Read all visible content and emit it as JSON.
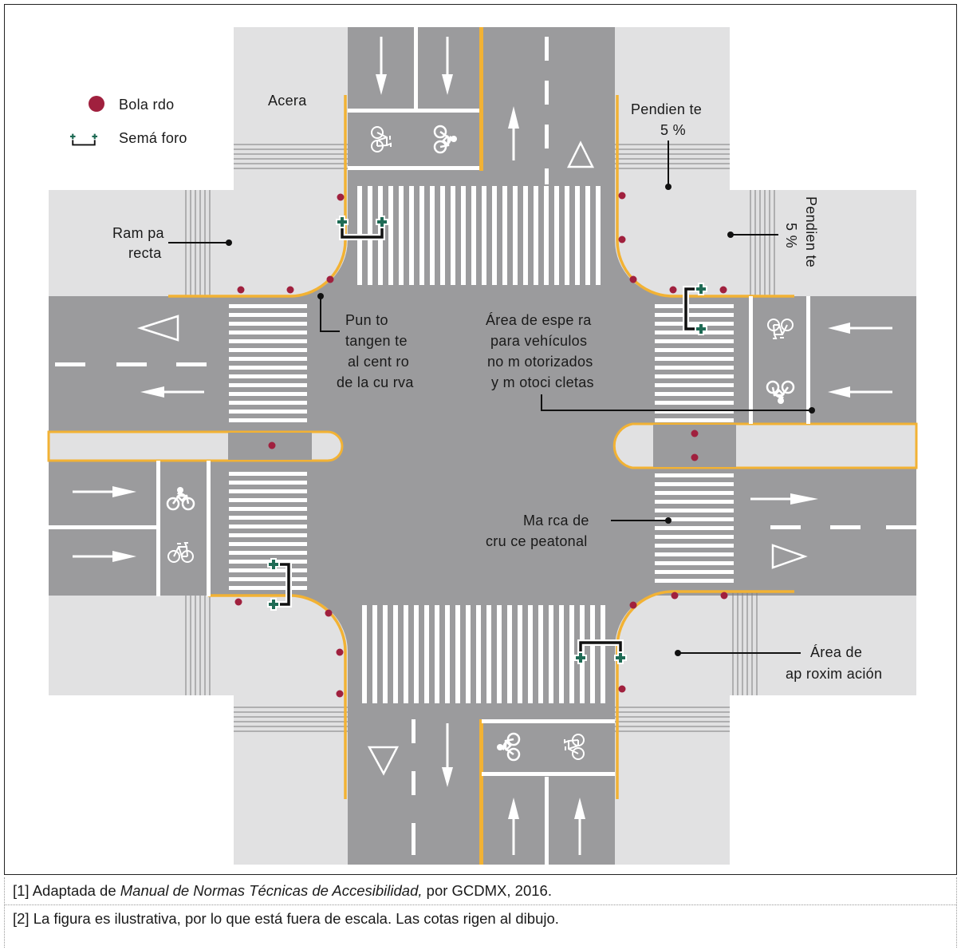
{
  "legend": {
    "bollard": "Bola rdo",
    "signal": "Semá foro"
  },
  "labels": {
    "sidewalk": "Acera",
    "slope_top_1": "Pendien te",
    "slope_top_2": "5 %",
    "slope_right_1": "Pendien te",
    "slope_right_2": "5 %",
    "ramp_1": "Ram pa",
    "ramp_2": "recta",
    "tangent_1": "Pun to",
    "tangent_2": "tangen te",
    "tangent_3": "al cent ro",
    "tangent_4": "de la cu rva",
    "waiting_1": "Área de espe ra",
    "waiting_2": "para vehículos",
    "waiting_3": "no m otorizados",
    "waiting_4": "y m otoci cletas",
    "crosswalk_1": "Ma rca de",
    "crosswalk_2": "cru ce peatonal",
    "approach_1": "Área de",
    "approach_2": "ap roxim ación"
  },
  "notes": {
    "note1_prefix": "[1] Adaptada de ",
    "note1_title": "Manual de Normas Técnicas de Accesibilidad,",
    "note1_suffix": " por GCDMX, 2016.",
    "note2": "[2] La figura es ilustrativa, por lo que está fuera de escala. Las cotas rigen al dibujo."
  },
  "colors": {
    "road": "#9b9b9d",
    "sidewalk": "#e1e1e2",
    "curb": "#f2b234",
    "bollard": "#a0203e",
    "signal": "#1f6b55",
    "marking": "#ffffff"
  },
  "icons": [
    "bicycle-icon",
    "motorcycle-icon",
    "yield-bike-icon",
    "arrow-icon",
    "traffic-signal-icon",
    "bollard-icon"
  ]
}
